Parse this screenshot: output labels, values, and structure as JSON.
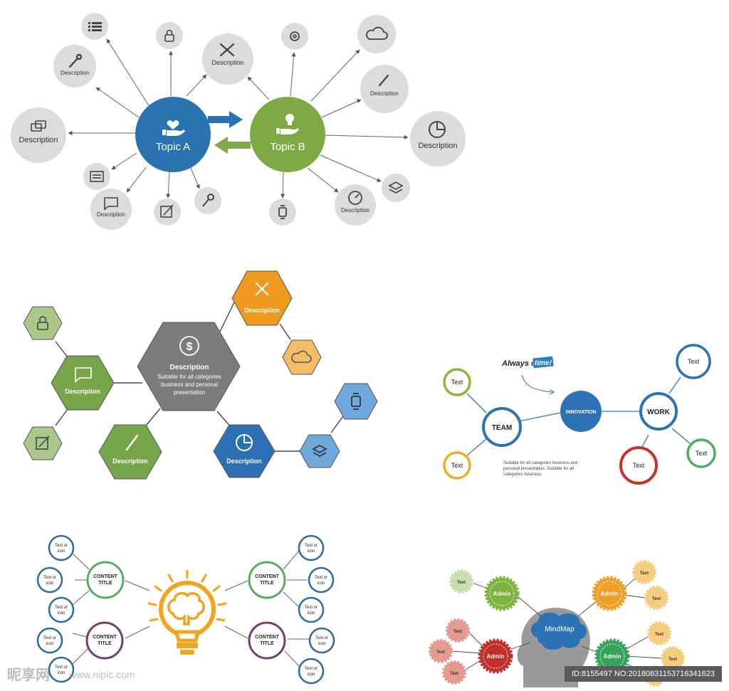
{
  "radial": {
    "topic_a": "Topic A",
    "topic_b": "Topic B",
    "description": "Description",
    "colors": {
      "topic_a": "#2a73b0",
      "topic_b": "#7ea944",
      "satellite": "#dcdcdc",
      "icon": "#555555"
    }
  },
  "hexagons": {
    "center_title": "Description",
    "center_body": [
      "Suitable for all categories",
      "business and personal",
      "presentation"
    ],
    "label": "Description",
    "colors": {
      "green_dark": "#77a64a",
      "green_light": "#a9c88a",
      "gray": "#7c7c7c",
      "orange": "#ee9a1e",
      "orange_light": "#f3bd67",
      "blue": "#2d70b3",
      "blue_light": "#6ea8dd"
    }
  },
  "team_map": {
    "tagline_prefix": "Always on",
    "tagline_badge": "time!",
    "team": "TEAM",
    "innovation": "INNOVATION",
    "work": "WORK",
    "text": "Text",
    "note": [
      "Suitable for all categories business and",
      "personal presentation. Suitable for all",
      "categories business."
    ]
  },
  "bulb_map": {
    "content_title_line1": "CONTENT",
    "content_title_line2": "TITLE",
    "leaf_line1": "Text or",
    "leaf_line2": "icon"
  },
  "head_map": {
    "center": "MindMap",
    "admin": "Admin",
    "text": "Text"
  },
  "watermark": {
    "logo": "昵享网",
    "url": "www.nipic.com",
    "id_text": "ID:8155497 NO:20180831153716341623"
  }
}
